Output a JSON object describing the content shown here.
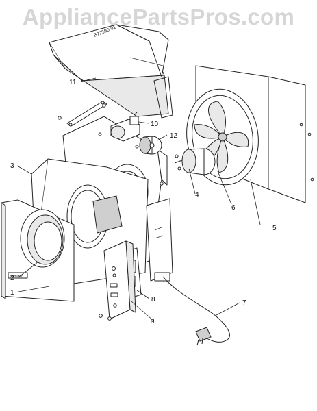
{
  "watermark": "AppliancePartsPros.com",
  "duct_marking": "B72590-01",
  "grille_badge": "Hamilton",
  "parts": [
    {
      "number": "1"
    },
    {
      "number": "2"
    },
    {
      "number": "3"
    },
    {
      "number": "4"
    },
    {
      "number": "5"
    },
    {
      "number": "6"
    },
    {
      "number": "7"
    },
    {
      "number": "8"
    },
    {
      "number": "9"
    },
    {
      "number": "10"
    },
    {
      "number": "11"
    },
    {
      "number": "12"
    }
  ],
  "colors": {
    "line": "#222222",
    "watermark": "#d6d6d6",
    "background": "#ffffff"
  }
}
